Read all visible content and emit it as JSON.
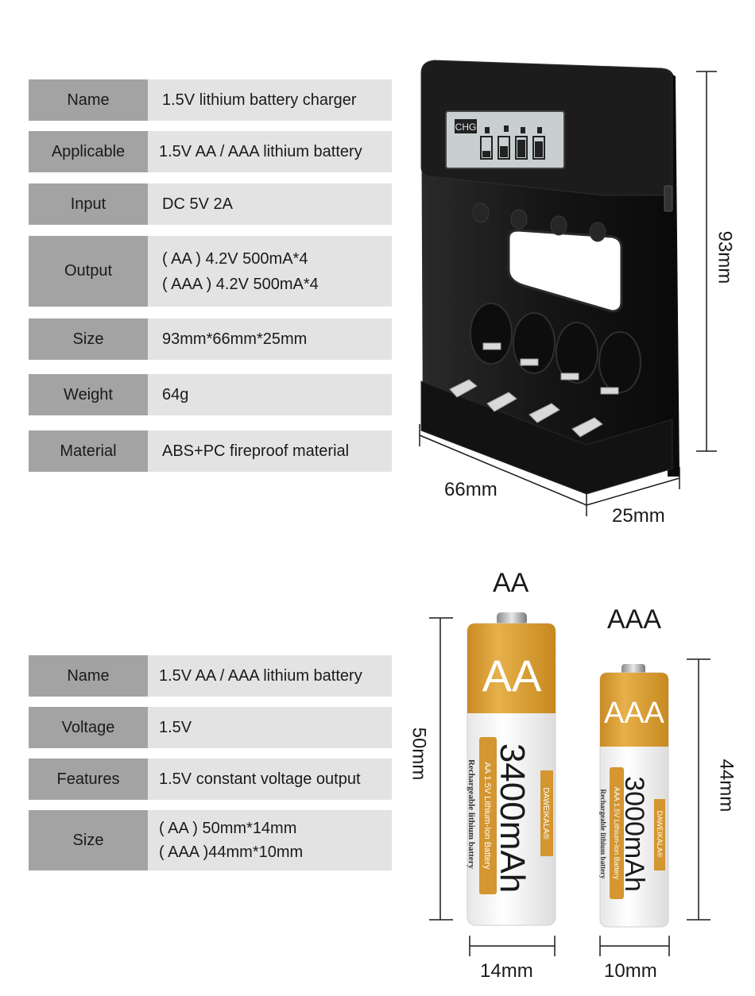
{
  "charter_specs": [
    {
      "label": "Name",
      "value": [
        "1.5V lithium battery charger"
      ]
    },
    {
      "label": "Applicable",
      "value": [
        "1.5V AA / AAA lithium battery"
      ]
    },
    {
      "label": "Input",
      "value": [
        "DC 5V 2A"
      ]
    },
    {
      "label": "Output",
      "value": [
        "( AA ) 4.2V 500mA*4",
        "( AAA ) 4.2V 500mA*4"
      ]
    },
    {
      "label": "Size",
      "value": [
        "93mm*66mm*25mm"
      ]
    },
    {
      "label": "Weight",
      "value": [
        "64g"
      ]
    },
    {
      "label": "Material",
      "value": [
        "ABS+PC fireproof material"
      ]
    }
  ],
  "battery_specs": [
    {
      "label": "Name",
      "value": [
        "1.5V AA / AAA lithium battery"
      ]
    },
    {
      "label": "Voltage",
      "value": [
        "1.5V"
      ]
    },
    {
      "label": "Features",
      "value": [
        "1.5V constant voltage output"
      ]
    },
    {
      "label": "Size",
      "value": [
        "( AA ) 50mm*14mm",
        "( AAA )44mm*10mm"
      ]
    }
  ],
  "charger": {
    "lcd_text": "CHG",
    "dim_height": "93mm",
    "dim_width": "66mm",
    "dim_depth": "25mm"
  },
  "aa_battery": {
    "heading": "AA",
    "big_label": "AA",
    "capacity": "3400mAh",
    "type_line": "AA 1.5V Lithium-Ion Battery",
    "subline": "Rechargeable lithium battery",
    "brand": "DAWEIKALA®",
    "dim_height": "50mm",
    "dim_width": "14mm"
  },
  "aaa_battery": {
    "heading": "AAA",
    "big_label": "AAA",
    "capacity": "3000mAh",
    "type_line": "AAA 1.5V Lithium-Ion Battery",
    "subline": "Rechargeable lithium battery",
    "brand": "DAWEIKALA®",
    "dim_height": "44mm",
    "dim_width": "10mm"
  },
  "colors": {
    "label_bg": "#a3a3a3",
    "value_bg": "#e3e3e3",
    "battery_gold": "#dca137",
    "charger_black": "#141414"
  }
}
